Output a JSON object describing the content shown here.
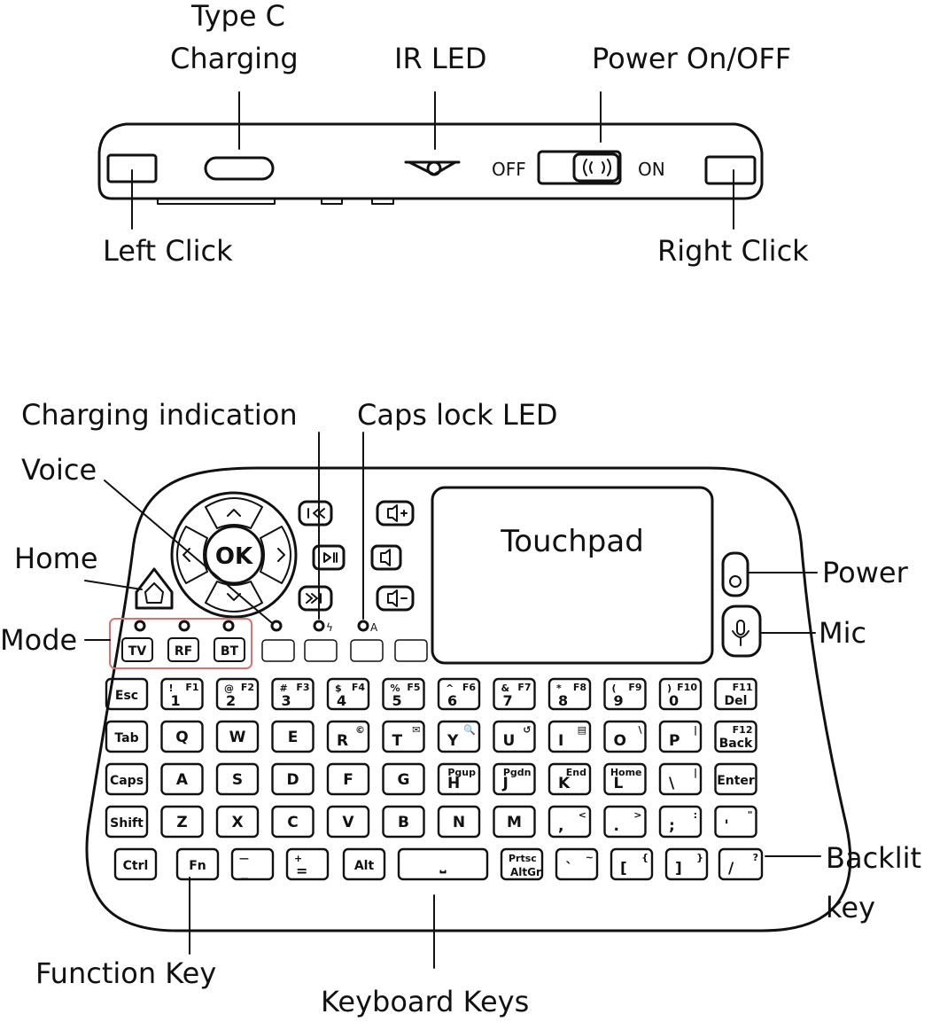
{
  "colors": {
    "ink": "#111111",
    "background": "#ffffff",
    "mode_highlight": "#d9726f"
  },
  "top_view": {
    "labels": {
      "type_c_line1": "Type C",
      "type_c_line2": "Charging",
      "ir_led": "IR LED",
      "power_switch": "Power On/OFF",
      "left_click": "Left Click",
      "right_click": "Right Click"
    },
    "switch_off": "OFF",
    "switch_on": "ON"
  },
  "front_view": {
    "labels": {
      "charging_indication": "Charging indication",
      "caps_lock_led": "Caps lock LED",
      "voice": "Voice",
      "home": "Home",
      "mode": "Mode",
      "power": "Power",
      "mic": "Mic",
      "backlit_line1": "Backlit",
      "backlit_line2": "key",
      "function_key": "Function Key",
      "keyboard_keys": "Keyboard Keys"
    },
    "touchpad": "Touchpad",
    "ok_key": "OK",
    "mode_keys": [
      "TV",
      "RF",
      "BT"
    ],
    "rows": [
      [
        {
          "main": "Esc"
        },
        {
          "main": "1",
          "sym": "!",
          "fn": "F1"
        },
        {
          "main": "2",
          "sym": "@",
          "fn": "F2"
        },
        {
          "main": "3",
          "sym": "#",
          "fn": "F3"
        },
        {
          "main": "4",
          "sym": "$",
          "fn": "F4"
        },
        {
          "main": "5",
          "sym": "%",
          "fn": "F5"
        },
        {
          "main": "6",
          "sym": "^",
          "fn": "F6"
        },
        {
          "main": "7",
          "sym": "&",
          "fn": "F7"
        },
        {
          "main": "8",
          "sym": "*",
          "fn": "F8"
        },
        {
          "main": "9",
          "sym": "(",
          "fn": "F9"
        },
        {
          "main": "0",
          "sym": ")",
          "fn": "F10"
        },
        {
          "main": "Del",
          "fn": "F11"
        }
      ],
      [
        {
          "main": "Tab"
        },
        {
          "main": "Q"
        },
        {
          "main": "W"
        },
        {
          "main": "E"
        },
        {
          "main": "R",
          "fn": "©"
        },
        {
          "main": "T",
          "fn": "✉"
        },
        {
          "main": "Y",
          "fn": "🔍"
        },
        {
          "main": "U",
          "fn": "↺"
        },
        {
          "main": "I",
          "fn": "▤"
        },
        {
          "main": "O",
          "fn": "\\"
        },
        {
          "main": "P",
          "fn": "|"
        },
        {
          "main": "Back",
          "fn": "F12"
        }
      ],
      [
        {
          "main": "Caps"
        },
        {
          "main": "A"
        },
        {
          "main": "S"
        },
        {
          "main": "D"
        },
        {
          "main": "F"
        },
        {
          "main": "G"
        },
        {
          "main": "H",
          "fn": "Pgup"
        },
        {
          "main": "J",
          "fn": "Pgdn"
        },
        {
          "main": "K",
          "fn": "End"
        },
        {
          "main": "L",
          "fn": "Home"
        },
        {
          "main": "\\",
          "fn": "|"
        },
        {
          "main": "Enter"
        }
      ],
      [
        {
          "main": "Shift"
        },
        {
          "main": "Z"
        },
        {
          "main": "X"
        },
        {
          "main": "C"
        },
        {
          "main": "V"
        },
        {
          "main": "B"
        },
        {
          "main": "N"
        },
        {
          "main": "M"
        },
        {
          "main": ",",
          "fn": "<"
        },
        {
          "main": ".",
          "fn": ">"
        },
        {
          "main": ";",
          "fn": ":"
        },
        {
          "main": "'",
          "fn": "\""
        }
      ],
      [
        {
          "main": "Ctrl"
        },
        {
          "main": "Fn"
        },
        {
          "main": "_",
          "sym": "—"
        },
        {
          "main": "=",
          "sym": "+"
        },
        {
          "main": "Alt"
        },
        {
          "main": "⎵"
        },
        {
          "main": "AltGr",
          "sym": "Prtsc"
        },
        {
          "main": "`",
          "fn": "~"
        },
        {
          "main": "[",
          "fn": "{"
        },
        {
          "main": "]",
          "fn": "}"
        },
        {
          "main": "/",
          "fn": "?"
        }
      ]
    ]
  }
}
